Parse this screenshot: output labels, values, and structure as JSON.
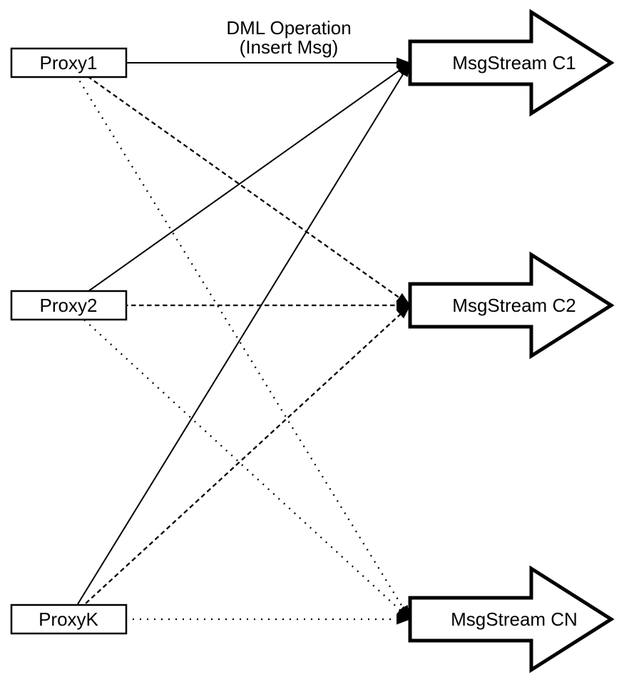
{
  "diagram": {
    "background_color": "#ffffff",
    "line_color": "#000000",
    "node_fill_color": "#ffffff",
    "edge_label": {
      "line1": "DML Operation",
      "line2": "(Insert Msg)"
    },
    "proxies": [
      {
        "label": "Proxy1"
      },
      {
        "label": "Proxy2"
      },
      {
        "label": "ProxyK"
      }
    ],
    "streams": [
      {
        "label": "MsgStream C1"
      },
      {
        "label": "MsgStream C2"
      },
      {
        "label": "MsgStream CN"
      }
    ],
    "edges": [
      {
        "from": "Proxy1",
        "to": "MsgStream C1",
        "style": "solid"
      },
      {
        "from": "Proxy2",
        "to": "MsgStream C1",
        "style": "solid"
      },
      {
        "from": "ProxyK",
        "to": "MsgStream C1",
        "style": "solid"
      },
      {
        "from": "Proxy1",
        "to": "MsgStream C2",
        "style": "dashed"
      },
      {
        "from": "Proxy2",
        "to": "MsgStream C2",
        "style": "dashed"
      },
      {
        "from": "ProxyK",
        "to": "MsgStream C2",
        "style": "dashed"
      },
      {
        "from": "Proxy1",
        "to": "MsgStream CN",
        "style": "dotted"
      },
      {
        "from": "Proxy2",
        "to": "MsgStream CN",
        "style": "dotted"
      },
      {
        "from": "ProxyK",
        "to": "MsgStream CN",
        "style": "dotted"
      }
    ]
  }
}
